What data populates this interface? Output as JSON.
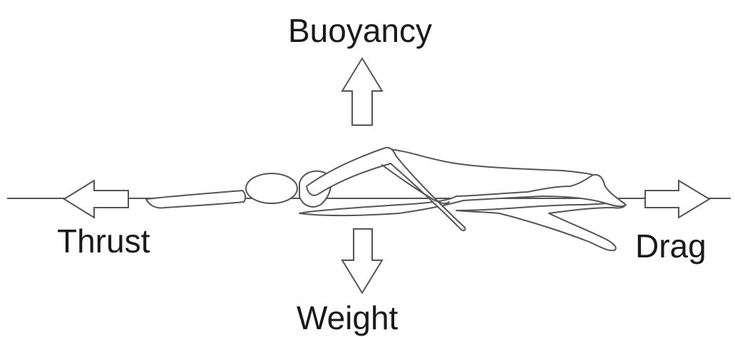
{
  "forces": {
    "up": "Buoyancy",
    "left": "Thrust",
    "right": "Drag",
    "down": "Weight"
  },
  "colors": {
    "background": "#ffffff",
    "line": "#555555",
    "text": "#1a1a1a"
  }
}
